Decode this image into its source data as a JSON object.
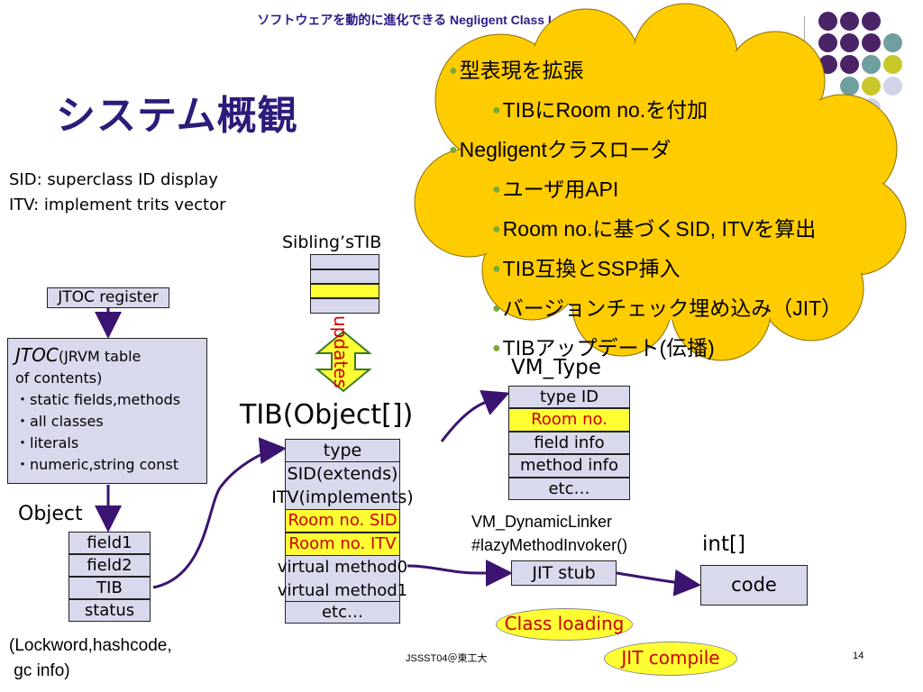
{
  "header": "ソフトウェアを動的に進化できる Negligent Class Loader",
  "title": "システム概観",
  "notes": [
    "SID: superclass ID display",
    "ITV: implement trits vector"
  ],
  "cloud": {
    "items": [
      {
        "level": 1,
        "text": "型表現を拡張"
      },
      {
        "level": 2,
        "text": "TIBにRoom no.を付加"
      },
      {
        "level": 1,
        "text": "Negligentクラスローダ"
      },
      {
        "level": 2,
        "text": "ユーザ用API"
      },
      {
        "level": 2,
        "text": "Room no.に基づくSID, ITVを算出"
      },
      {
        "level": 2,
        "text": "TIB互換とSSP挿入"
      },
      {
        "level": 2,
        "text": "バージョンチェック埋め込み（JIT）"
      },
      {
        "level": 2,
        "text": "TIBアップデート(伝播)"
      }
    ]
  },
  "jtoc_register": "JTOC register",
  "jtoc": {
    "title": "JTOC",
    "subtitle": "(JRVM table",
    "subtitle2": "of contents)",
    "items": [
      "・static fields,methods",
      "・all classes",
      "・literals",
      "・numeric,string const"
    ]
  },
  "object": {
    "label": "Object",
    "fields": [
      "field1",
      "field2",
      "TIB",
      "status"
    ],
    "note_line1": "(Lockword,hashcode,",
    "note_line2": " gc info)"
  },
  "sibling": {
    "label": "Sibling’sTIB",
    "updates": "updates"
  },
  "tib": {
    "label": "TIB(Object[])",
    "rows": [
      "type",
      "SID(extends)",
      "ITV(implements)",
      "Room no. SID",
      "Room no. ITV",
      "virtual method0",
      "virtual method1",
      "etc…"
    ]
  },
  "vm_type": {
    "label": "VM_Type",
    "rows": [
      "type ID",
      "Room no.",
      "field info",
      "method info",
      "etc…"
    ]
  },
  "linker": {
    "line1": "VM_DynamicLinker",
    "line2": "#lazyMethodInvoker()"
  },
  "jit_stub": "JIT stub",
  "int_array": {
    "label": "int[]",
    "code": "code"
  },
  "class_loading": "Class loading",
  "jit_compile": "JIT compile",
  "footer": {
    "center": "JSSST04＠東工大",
    "page": "14"
  },
  "colors": {
    "purple": "#4b2367",
    "teal": "#6f9f9f",
    "lime": "#c8c82a",
    "lavender": "#d2d2e8",
    "cloud": "#ffcc00",
    "arrow": "#3a1470"
  }
}
